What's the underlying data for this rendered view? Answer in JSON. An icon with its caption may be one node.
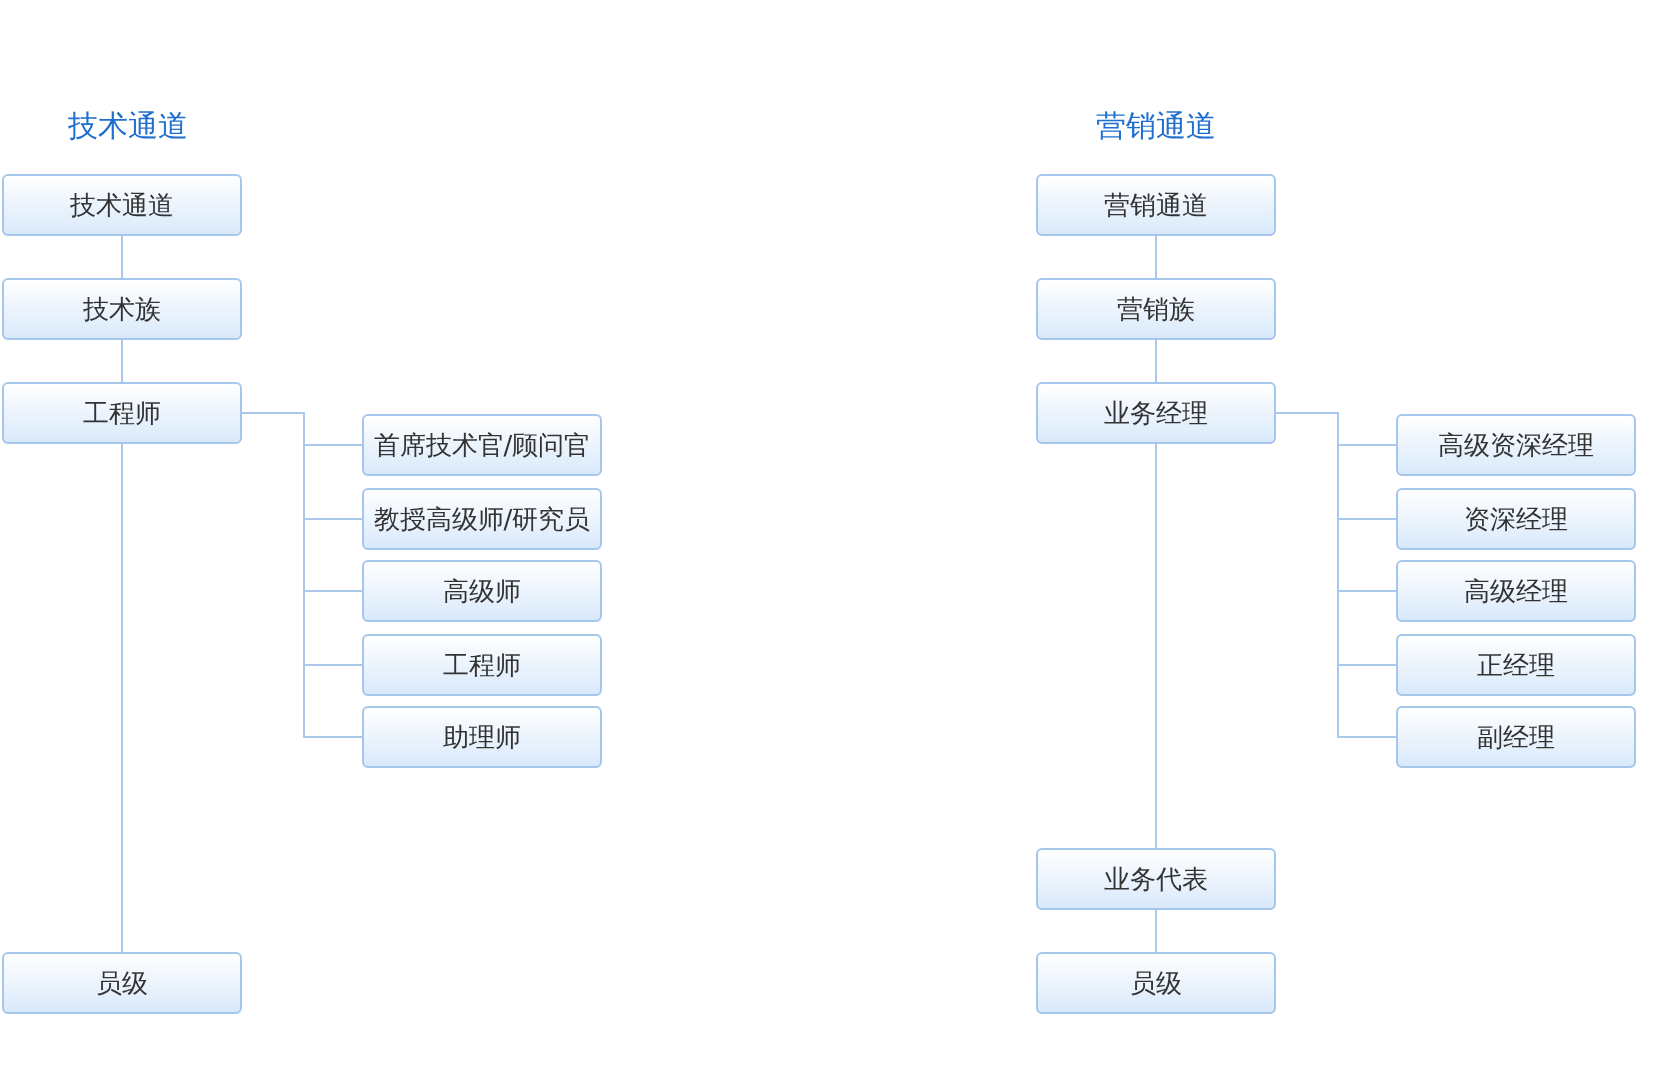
{
  "diagram": {
    "nodes": [
      {
        "text": [
          "技术通道"
        ]
      },
      {
        "text": [
          "技术族"
        ]
      },
      {
        "text": [
          "工程师"
        ]
      },
      {
        "text": [
          "首席技术官/顾问官"
        ]
      },
      {
        "text": [
          "教授高级师/研究员"
        ]
      },
      {
        "text": [
          "高级师"
        ]
      },
      {
        "text": [
          "工程师"
        ]
      },
      {
        "text": [
          "助理师"
        ]
      },
      {
        "text": [
          "员级"
        ]
      },
      {
        "text": [
          "营销通道"
        ]
      },
      {
        "text": [
          "营销族"
        ]
      },
      {
        "text": [
          "业务经理"
        ]
      },
      {
        "text": [
          "高级资深经理"
        ]
      },
      {
        "text": [
          "资深经理"
        ]
      },
      {
        "text": [
          "高级经理"
        ]
      },
      {
        "text": [
          "正经理"
        ]
      },
      {
        "text": [
          "副经理"
        ]
      },
      {
        "text": [
          "业务代表"
        ]
      },
      {
        "text": [
          "员级"
        ]
      }
    ],
    "edges": [
      {
        "from": 0,
        "to": 1,
        "arrow": "none"
      },
      {
        "from": 1,
        "to": 2,
        "arrow": "none"
      },
      {
        "from": 2,
        "to": 3,
        "arrow": "none"
      },
      {
        "from": 2,
        "to": 4,
        "arrow": "none"
      },
      {
        "from": 2,
        "to": 5,
        "arrow": "none"
      },
      {
        "from": 2,
        "to": 6,
        "arrow": "none"
      },
      {
        "from": 2,
        "to": 7,
        "arrow": "none"
      },
      {
        "from": 2,
        "to": 8,
        "arrow": "none"
      },
      {
        "from": 9,
        "to": 10,
        "arrow": "none"
      },
      {
        "from": 10,
        "to": 11,
        "arrow": "none"
      },
      {
        "from": 11,
        "to": 12,
        "arrow": "none"
      },
      {
        "from": 11,
        "to": 13,
        "arrow": "none"
      },
      {
        "from": 11,
        "to": 14,
        "arrow": "none"
      },
      {
        "from": 11,
        "to": 15,
        "arrow": "none"
      },
      {
        "from": 11,
        "to": 16,
        "arrow": "none"
      },
      {
        "from": 11,
        "to": 17,
        "arrow": "none"
      },
      {
        "from": 17,
        "to": 18,
        "arrow": "none"
      }
    ],
    "labels": [
      "技术通道",
      "营销通道"
    ]
  }
}
